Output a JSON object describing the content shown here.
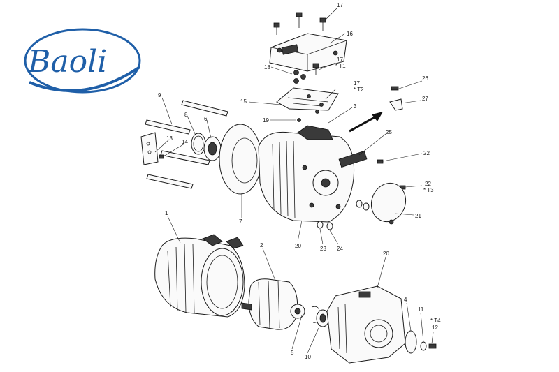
{
  "logo": {
    "text": "Baoli",
    "color": "#1f5fa8"
  },
  "callouts": {
    "c1": "1",
    "c2": "2",
    "c3": "3",
    "c4": "4",
    "c5": "5",
    "c6": "6",
    "c7": "7",
    "c8": "8",
    "c9": "9",
    "c10": "10",
    "c11": "11",
    "c12": "12",
    "c13": "13",
    "c14": "14",
    "c15": "15",
    "c16": "16",
    "c17a": "17",
    "c17b": "17",
    "c17b_t": "* T1",
    "c17c": "17",
    "c17c_t": "* T2",
    "c18": "18",
    "c19": "19",
    "c20a": "20",
    "c20b": "20",
    "c21": "21",
    "c22a": "22",
    "c22b": "22",
    "c22b_t": "* T3",
    "c23": "23",
    "c24": "24",
    "c25": "25",
    "c26": "26",
    "c27": "27",
    "c4b_t": "* T4"
  }
}
